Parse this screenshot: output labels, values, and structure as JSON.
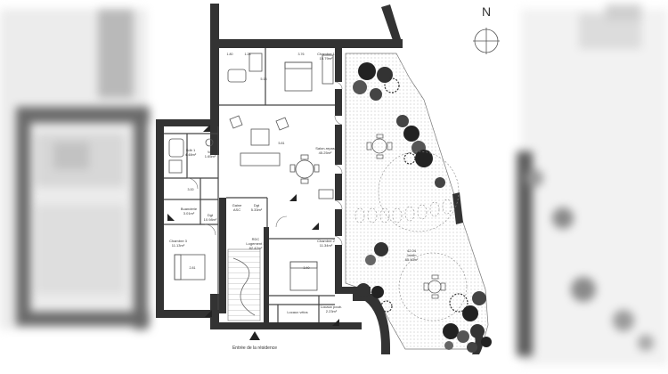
{
  "compass": {
    "letter": "N"
  },
  "rooms": {
    "bedroom1_name": "Chambre 1",
    "bedroom1_area": "15.79m²",
    "living_name": "Salon-repas",
    "living_area": "45.25m²",
    "bath_name": "Sdb 1",
    "bath_area": "4.48m²",
    "wc_name": "Wc",
    "wc_area": "1.65m²",
    "buanderie_name": "Buanderie",
    "buanderie_area": "3.01m²",
    "dgt_name": "Dgt",
    "dgt_area": "10.98m²",
    "bedroom3_name": "Chambre 3",
    "bedroom3_area": "11.13m²",
    "logement_name": "RDC",
    "logement_sub": "Logement 1",
    "logement_area": "82.42m²",
    "bedroom2_name": "Chambre 2",
    "bedroom2_area": "11.34m²",
    "garden_area": "42.04",
    "garden_name": "Jardin",
    "garden_sub": "85.90m²",
    "gaine_name": "Gaine",
    "gaine_sub": "ASC",
    "dgt2_name": "Dgt",
    "dgt2_area": "5.33m²",
    "locaux_name": "Locaux vélos",
    "poubelles_name": "Locaux poub.",
    "poubelles_area": "2.23m²"
  },
  "dims": {
    "d1": "1.80",
    "d2": "1.28",
    "d3": "3.76",
    "d4": "3.00",
    "d5": "5.81",
    "d6": "2.81",
    "d7": "3.40",
    "d8": "5.18"
  },
  "entrance": {
    "label": "Entrée de la résidence"
  }
}
